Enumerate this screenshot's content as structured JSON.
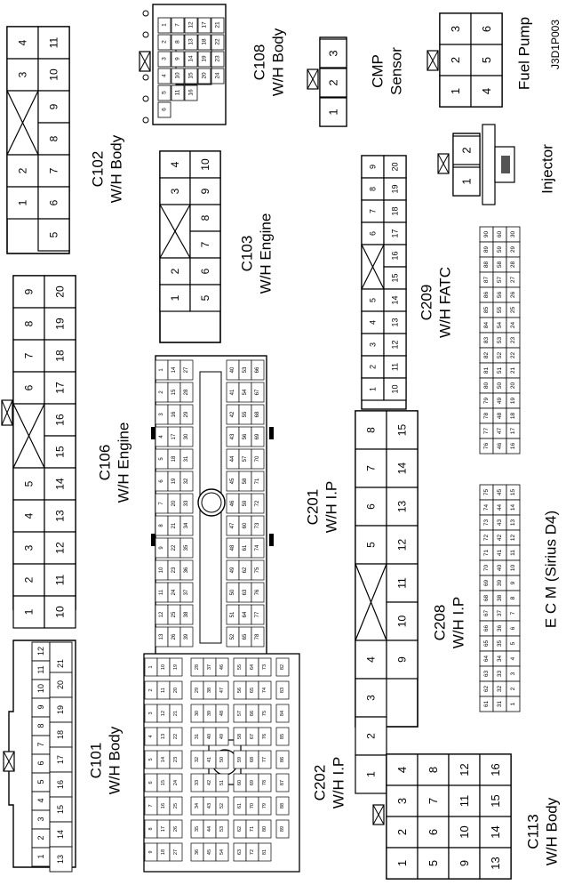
{
  "figure_id": "J3D1P003",
  "labels": {
    "c102": [
      "C102",
      "W/H Body"
    ],
    "c108": [
      "C108",
      "W/H Body"
    ],
    "cmp": [
      "CMP",
      "Sensor"
    ],
    "fuel": [
      "Fuel Pump"
    ],
    "injector": [
      "Injector"
    ],
    "c103": [
      "C103",
      "W/H Engine"
    ],
    "c106": [
      "C106",
      "W/H Engine"
    ],
    "c209": [
      "C209",
      "W/H FATC"
    ],
    "c201": [
      "C201",
      "W/H I.P"
    ],
    "c208": [
      "C208",
      "W/H I.P"
    ],
    "ecm": [
      "E C M (Sirius D4)"
    ],
    "c101": [
      "C101",
      "W/H Body"
    ],
    "c202": [
      "C202",
      "W/H I.P"
    ],
    "c113": [
      "C113",
      "W/H Body"
    ]
  },
  "connectors": {
    "c102": {
      "rows": [
        [
          "4",
          "3",
          "x",
          "2",
          "1"
        ],
        [
          "11",
          "10",
          "9",
          "8",
          "7",
          "6",
          "5"
        ]
      ]
    },
    "c108": {
      "pins": [
        "1",
        "2",
        "3",
        "4",
        "5",
        "6",
        "7",
        "8",
        "9",
        "10",
        "11",
        "12",
        "13",
        "14",
        "15",
        "16",
        "17",
        "18",
        "19",
        "20",
        "21",
        "22",
        "23",
        "24"
      ]
    },
    "cmp": {
      "pins": [
        "1",
        "2",
        "3"
      ]
    },
    "fuel": {
      "rows": [
        [
          "3",
          "2",
          "1"
        ],
        [
          "6",
          "5",
          "4"
        ]
      ]
    },
    "injector": {
      "pins": [
        "1",
        "2"
      ]
    },
    "c103": {
      "rows": [
        [
          "4",
          "3",
          "x",
          "2",
          "1"
        ],
        [
          "10",
          "9",
          "8",
          "7",
          "6",
          "5"
        ]
      ]
    },
    "c209": {
      "rows": [
        [
          "9",
          "8",
          "7",
          "6",
          "x",
          "5",
          "4",
          "3",
          "2",
          "1"
        ],
        [
          "20",
          "19",
          "18",
          "17",
          "16",
          "15",
          "14",
          "13",
          "12",
          "11",
          "10"
        ]
      ]
    },
    "c106": {
      "rows": [
        [
          "9",
          "8",
          "7",
          "6",
          "x",
          "5",
          "4",
          "3",
          "2",
          "1"
        ],
        [
          "20",
          "19",
          "18",
          "17",
          "16",
          "15",
          "14",
          "13",
          "12",
          "11",
          "10"
        ]
      ]
    },
    "c201": {
      "pins_count": 78
    },
    "ecm": {
      "rows": [
        [
          "90",
          "89",
          "88",
          "87",
          "86",
          "85",
          "84",
          "83",
          "82",
          "81",
          "80",
          "79",
          "78",
          "77",
          "76"
        ],
        [
          "60",
          "59",
          "58",
          "57",
          "56",
          "55",
          "54",
          "53",
          "52",
          "51",
          "50",
          "49",
          "48",
          "47",
          "46"
        ],
        [
          "30",
          "29",
          "28",
          "27",
          "26",
          "25",
          "24",
          "23",
          "22",
          "21",
          "20",
          "19",
          "18",
          "17",
          "16"
        ],
        [
          "75",
          "74",
          "73",
          "72",
          "71",
          "70",
          "69",
          "68",
          "67",
          "66",
          "65",
          "64",
          "63",
          "62",
          "61"
        ],
        [
          "45",
          "44",
          "43",
          "42",
          "41",
          "40",
          "39",
          "38",
          "37",
          "36",
          "35",
          "34",
          "33",
          "32",
          "31"
        ],
        [
          "15",
          "14",
          "13",
          "12",
          "11",
          "10",
          "9",
          "8",
          "7",
          "6",
          "5",
          "4",
          "3",
          "2",
          "1"
        ]
      ]
    },
    "c208": {
      "rows": [
        [
          "8",
          "7",
          "6",
          "5",
          "x",
          "4",
          "3",
          "2",
          "1"
        ],
        [
          "15",
          "14",
          "13",
          "12",
          "11",
          "10",
          "9"
        ]
      ]
    },
    "c101": {
      "rows": [
        [
          "12",
          "11",
          "10",
          "9",
          "8",
          "7",
          "6",
          "5",
          "4",
          "3",
          "2",
          "1"
        ],
        [
          "21",
          "20",
          "19",
          "18",
          "17",
          "16",
          "15",
          "14",
          "13"
        ]
      ]
    },
    "c202": {
      "pins_count": 89
    },
    "c113": {
      "rows": [
        [
          "4",
          "3",
          "2",
          "1"
        ],
        [
          "8",
          "7",
          "6",
          "5"
        ],
        [
          "12",
          "11",
          "10",
          "9"
        ],
        [
          "16",
          "15",
          "14",
          "13"
        ]
      ]
    }
  }
}
